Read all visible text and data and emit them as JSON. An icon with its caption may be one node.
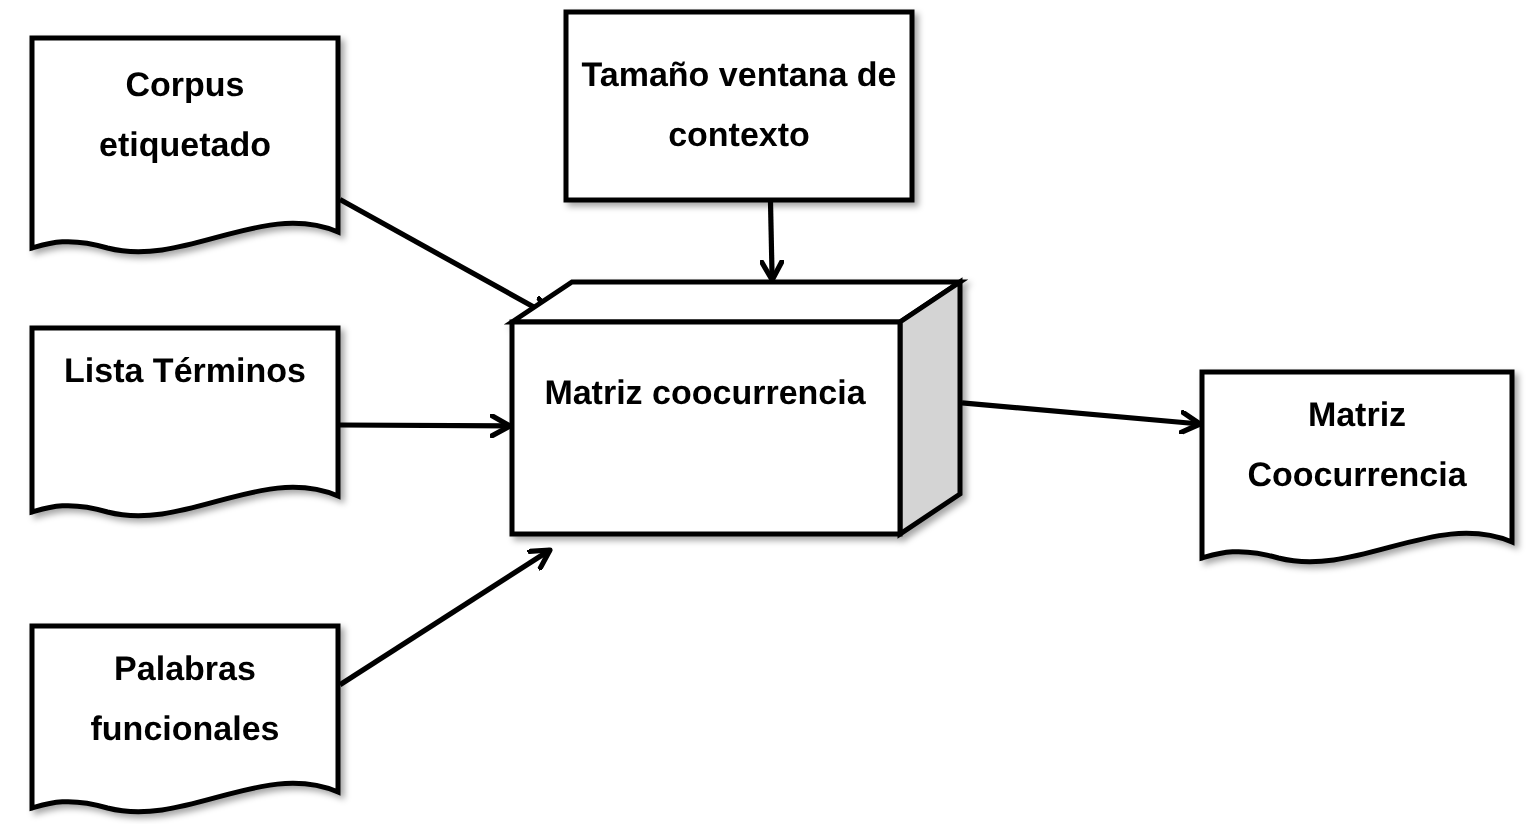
{
  "diagram": {
    "nodes": [
      {
        "text": [
          "Corpus etiquetado"
        ]
      },
      {
        "text": [
          "Tamaño ventana de contexto"
        ]
      },
      {
        "text": [
          "Lista Términos"
        ]
      },
      {
        "text": [
          "Matriz coocurrencia"
        ]
      },
      {
        "text": [
          "Matriz Coocurrencia"
        ]
      },
      {
        "text": [
          "Palabras funcionales"
        ]
      }
    ],
    "edges": [
      {
        "from": 0,
        "to": 3,
        "arrow": "to"
      },
      {
        "from": 1,
        "to": 3,
        "arrow": "to"
      },
      {
        "from": 2,
        "to": 3,
        "arrow": "to"
      },
      {
        "from": 5,
        "to": 3,
        "arrow": "to"
      },
      {
        "from": 3,
        "to": 4,
        "arrow": "to"
      }
    ]
  }
}
